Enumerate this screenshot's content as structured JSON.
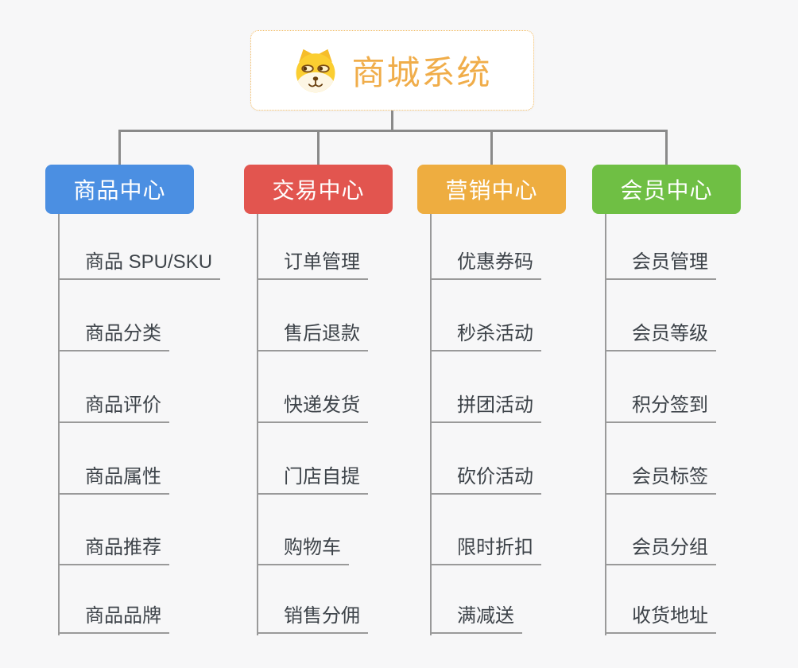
{
  "root": {
    "label": "商城系统",
    "icon": "doge-face-icon"
  },
  "colors": {
    "background": "#f7f7f8",
    "root_text": "#f0ad4a",
    "root_border": "#f3bb62",
    "connector": "#8a8a8a",
    "underline": "#9a9a9a",
    "child_text": "#3d4349",
    "branch_text": "#ffffff"
  },
  "branches": [
    {
      "label": "商品中心",
      "color": "#4b8fe2",
      "children": [
        "商品 SPU/SKU",
        "商品分类",
        "商品评价",
        "商品属性",
        "商品推荐",
        "商品品牌"
      ]
    },
    {
      "label": "交易中心",
      "color": "#e2554f",
      "children": [
        "订单管理",
        "售后退款",
        "快递发货",
        "门店自提",
        "购物车",
        "销售分佣"
      ]
    },
    {
      "label": "营销中心",
      "color": "#eead40",
      "children": [
        "优惠券码",
        "秒杀活动",
        "拼团活动",
        "砍价活动",
        "限时折扣",
        "满减送"
      ]
    },
    {
      "label": "会员中心",
      "color": "#6fbf44",
      "children": [
        "会员管理",
        "会员等级",
        "积分签到",
        "会员标签",
        "会员分组",
        "收货地址"
      ]
    }
  ]
}
